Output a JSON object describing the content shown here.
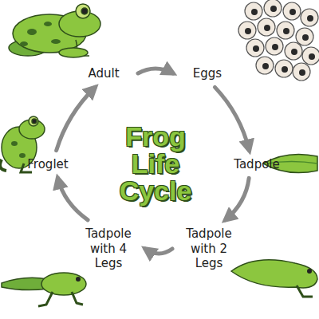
{
  "diagram": {
    "title": "Frog Life Cycle",
    "nodes": [
      {
        "text": [
          "Adult"
        ]
      },
      {
        "text": [
          "Eggs"
        ]
      },
      {
        "text": [
          "Tadpole"
        ]
      },
      {
        "text": [
          "Tadpole with 2 Legs"
        ]
      },
      {
        "text": [
          "Tadpole with 4 Legs"
        ]
      },
      {
        "text": [
          "Froglet"
        ]
      }
    ],
    "edges": [
      {
        "from": 0,
        "to": 1,
        "arrow": "to"
      },
      {
        "from": 1,
        "to": 2,
        "arrow": "to"
      },
      {
        "from": 2,
        "to": 3,
        "arrow": "to"
      },
      {
        "from": 3,
        "to": 4,
        "arrow": "to"
      },
      {
        "from": 4,
        "to": 5,
        "arrow": "to"
      },
      {
        "from": 5,
        "to": 0,
        "arrow": "to"
      }
    ]
  }
}
